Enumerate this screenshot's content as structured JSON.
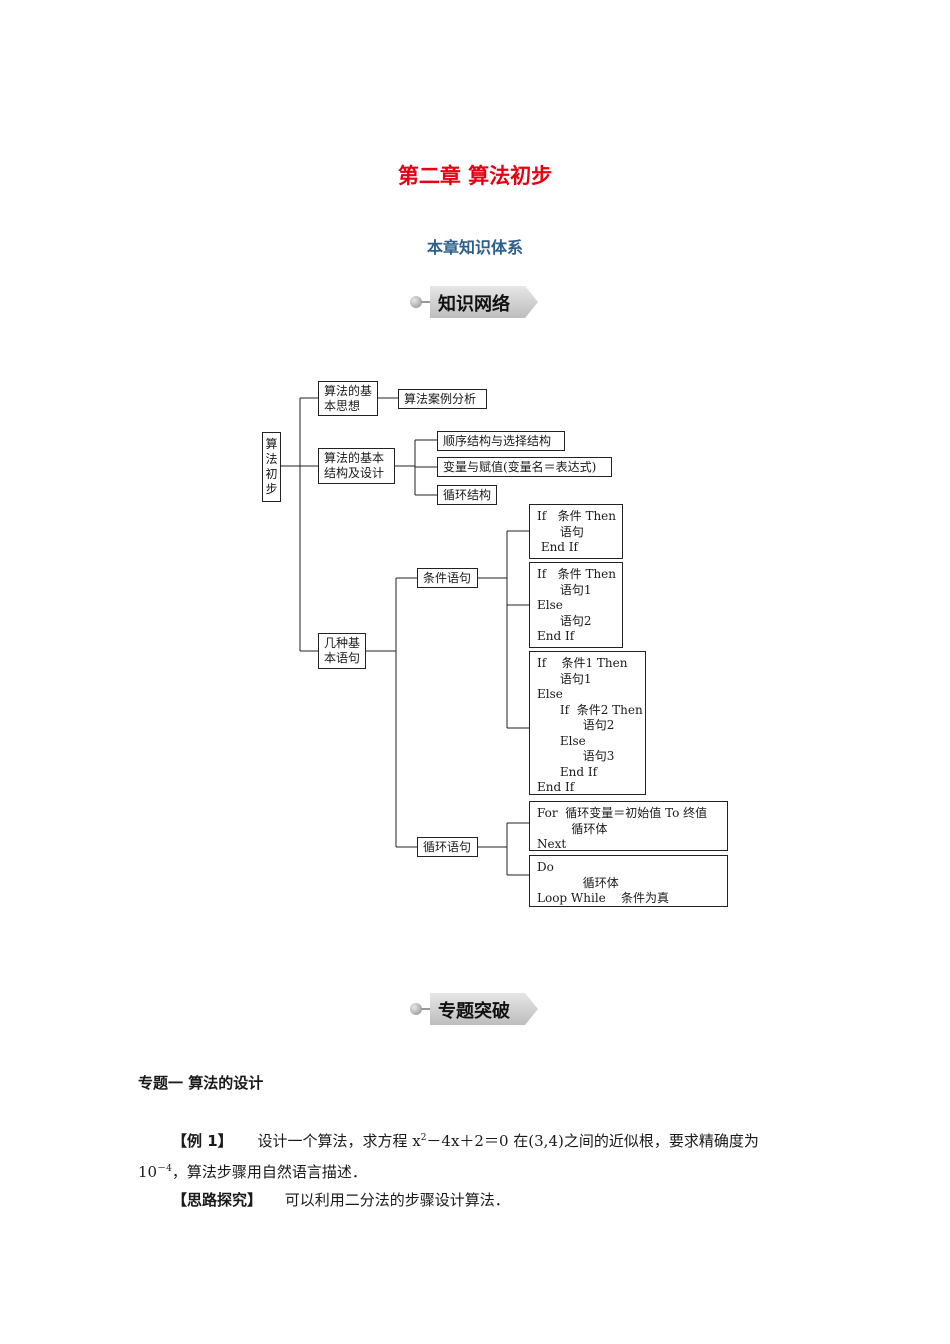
{
  "header": {
    "chapter_title": "第二章  算法初步",
    "section_title": "本章知识体系"
  },
  "banners": {
    "knowledge_network": "知识网络",
    "topic_breakthrough": "专题突破"
  },
  "diagram": {
    "root": "算法初步",
    "basic_idea": "算法的基\n本思想",
    "case_analysis": "算法案例分析",
    "structure_design": "算法的基本\n结构及设计",
    "seq_select": "顺序结构与选择结构",
    "assignment": "变量与赋值(变量名＝表达式)",
    "loop_structure": "循环结构",
    "basic_statements": "几种基\n本语句",
    "cond_statement": "条件语句",
    "loop_statement": "循环语句",
    "code_if1": "If   条件 Then\n      语句\n End If",
    "code_if2": "If   条件 Then\n      语句1\nElse\n      语句2\nEnd If",
    "code_if3": "If    条件1 Then\n      语句1\nElse\n      If  条件2 Then\n            语句2\n      Else\n            语句3\n      End If\nEnd If",
    "code_for": "For  循环变量＝初始值 To 终值\n         循环体\nNext",
    "code_do": "Do\n            循环体\nLoop While    条件为真"
  },
  "topic": {
    "heading": "专题一  算法的设计",
    "example_label": "【例 1】",
    "example_text_a": "设计一个算法，求方程 x",
    "example_sup_1": "2",
    "example_text_b": "－4x＋2＝0 在(3,4)之间的近似根，要求精确度为",
    "example_text_c": "10",
    "example_sup_2": "－4",
    "example_text_d": "，算法步骤用自然语言描述．",
    "hint_label": "【思路探究】",
    "hint_text": "可以利用二分法的步骤设计算法．"
  }
}
